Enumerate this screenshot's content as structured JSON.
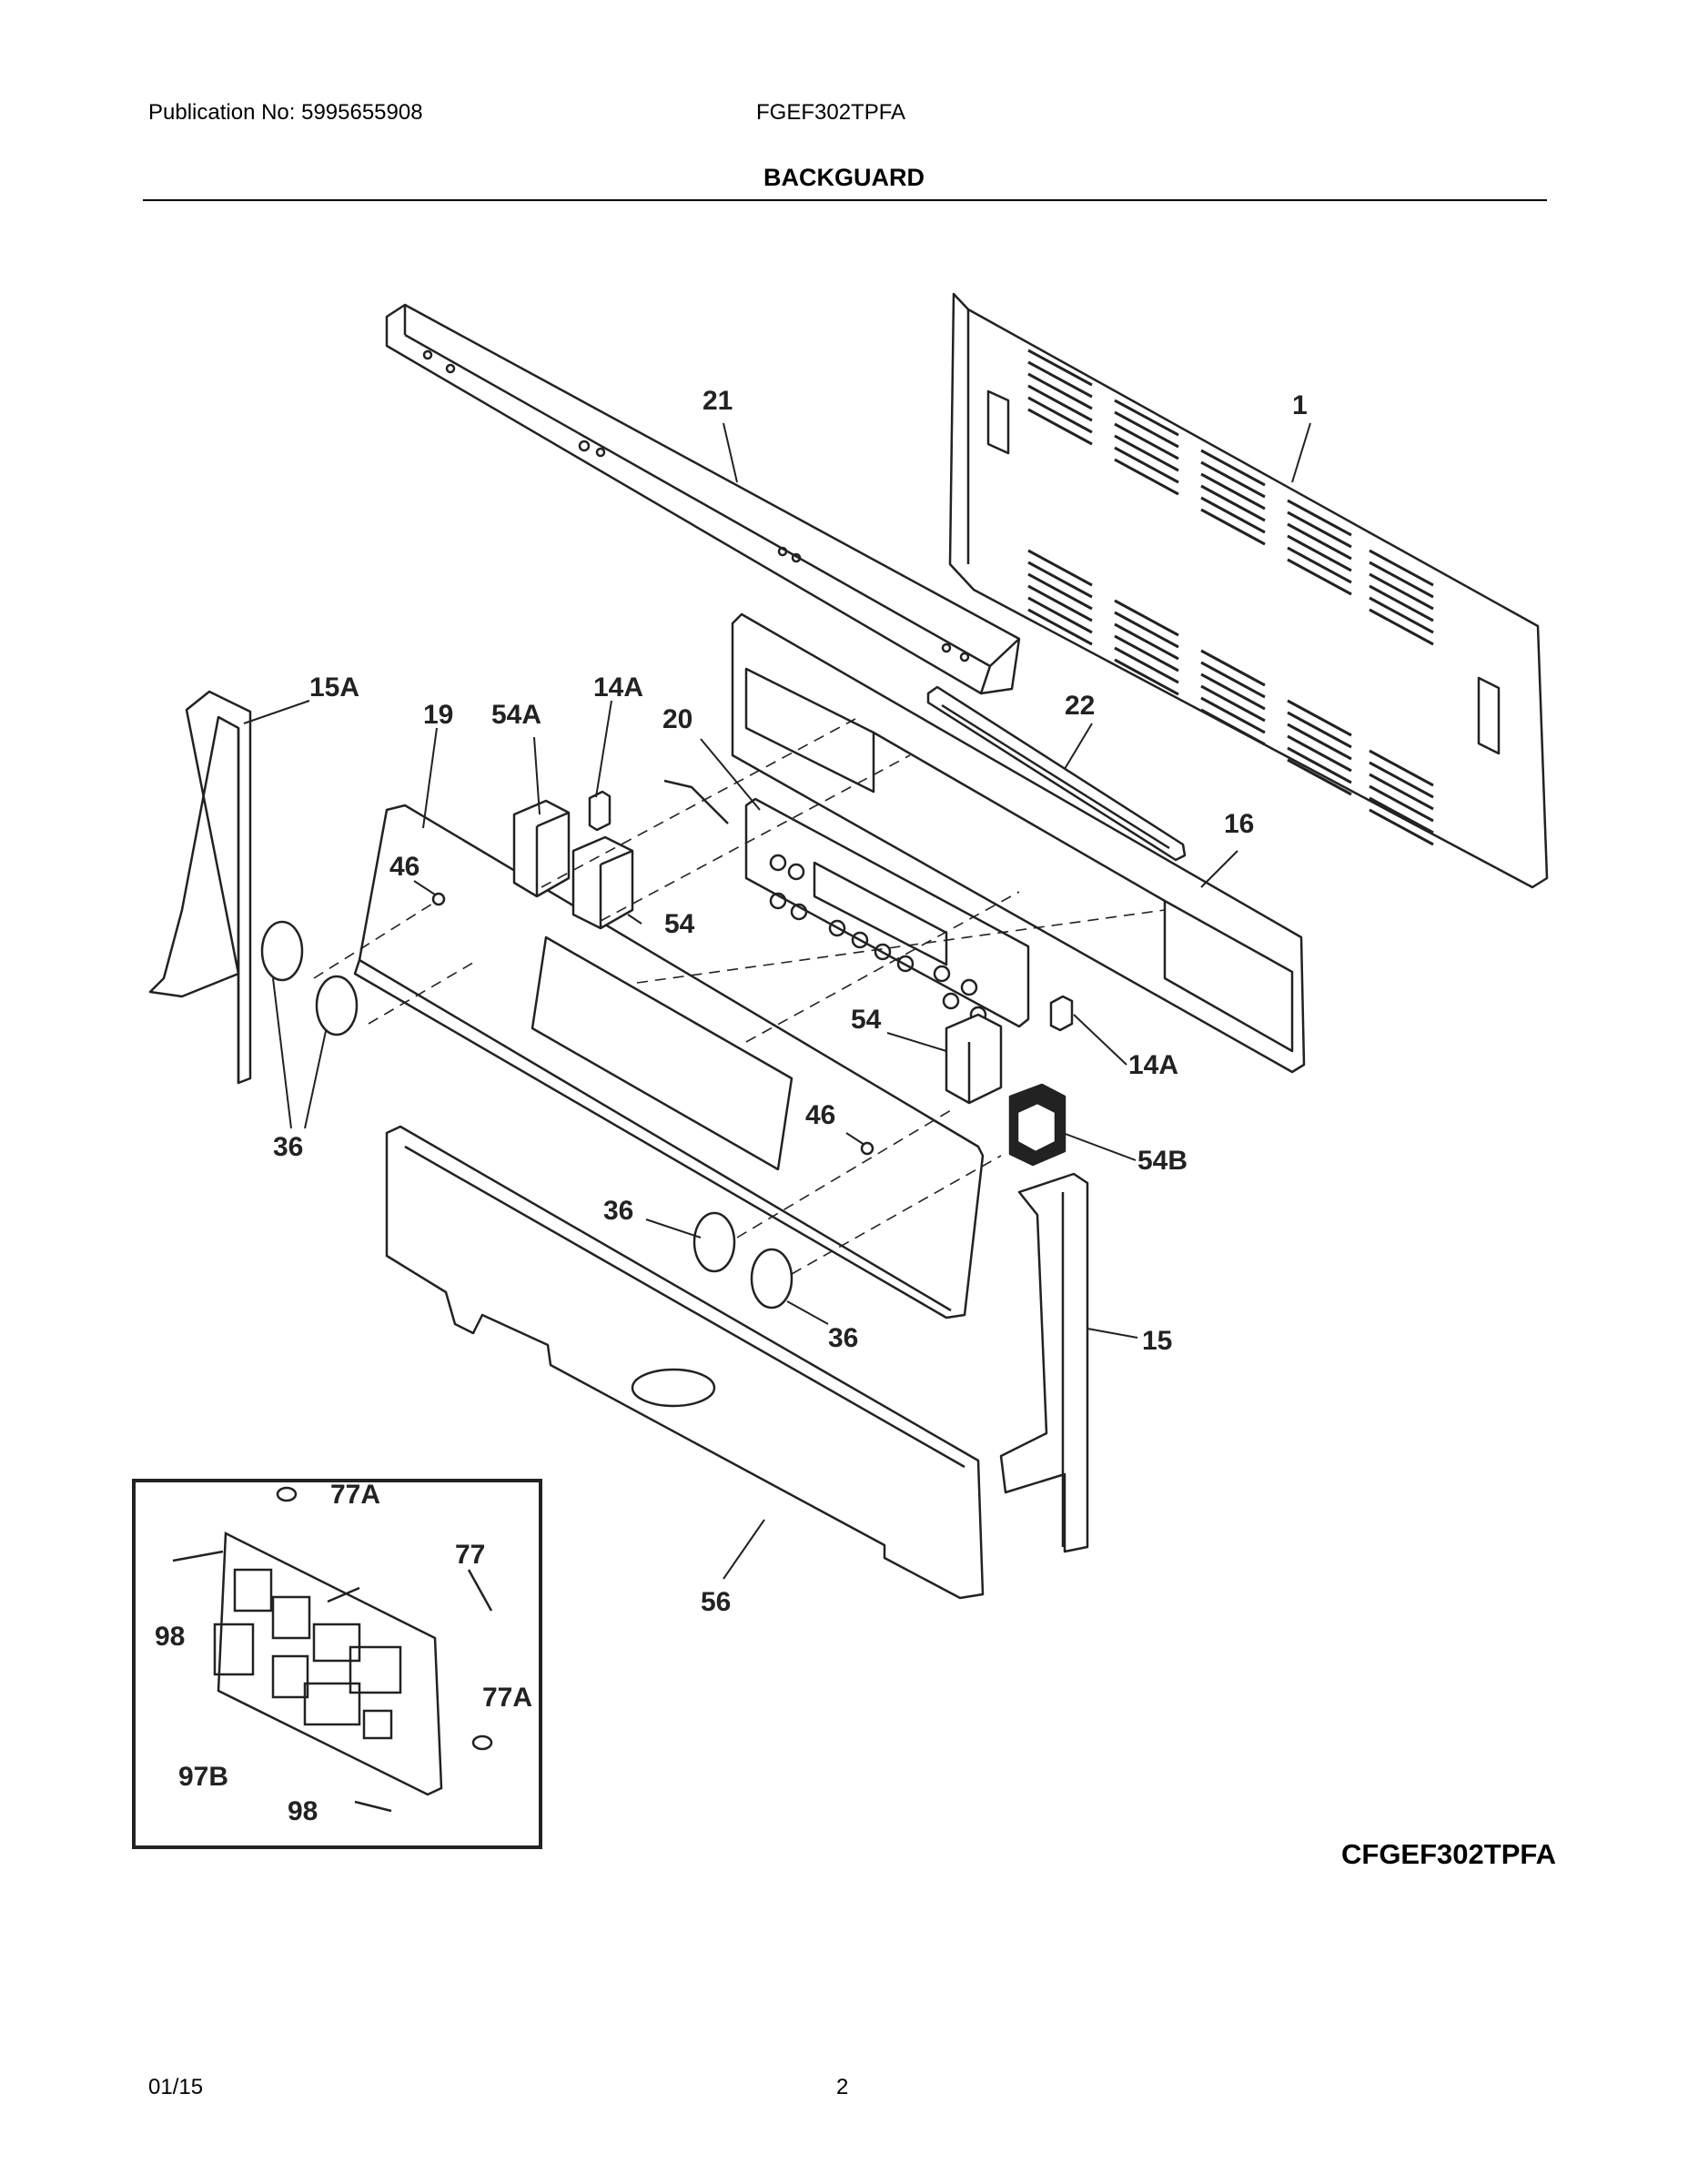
{
  "header": {
    "publication": "Publication No: 5995655908",
    "model": "FGEF302TPFA",
    "section_title": "BACKGUARD"
  },
  "diagram": {
    "code": "CFGEF302TPFA",
    "callouts": {
      "c21": "21",
      "c1": "1",
      "c15A": "15A",
      "c19": "19",
      "c54A": "54A",
      "c14A_top": "14A",
      "c20": "20",
      "c22": "22",
      "c16": "16",
      "c46_top": "46",
      "c54_top": "54",
      "c54_mid": "54",
      "c14A_right": "14A",
      "c46_mid": "46",
      "c54B": "54B",
      "c36_left": "36",
      "c36_mid": "36",
      "c36_right": "36",
      "c15": "15",
      "c56": "56",
      "c77A_top": "77A",
      "c77": "77",
      "c98_top": "98",
      "c77A_bottom": "77A",
      "c97B": "97B",
      "c98_bottom": "98"
    }
  },
  "footer": {
    "date": "01/15",
    "page": "2"
  }
}
